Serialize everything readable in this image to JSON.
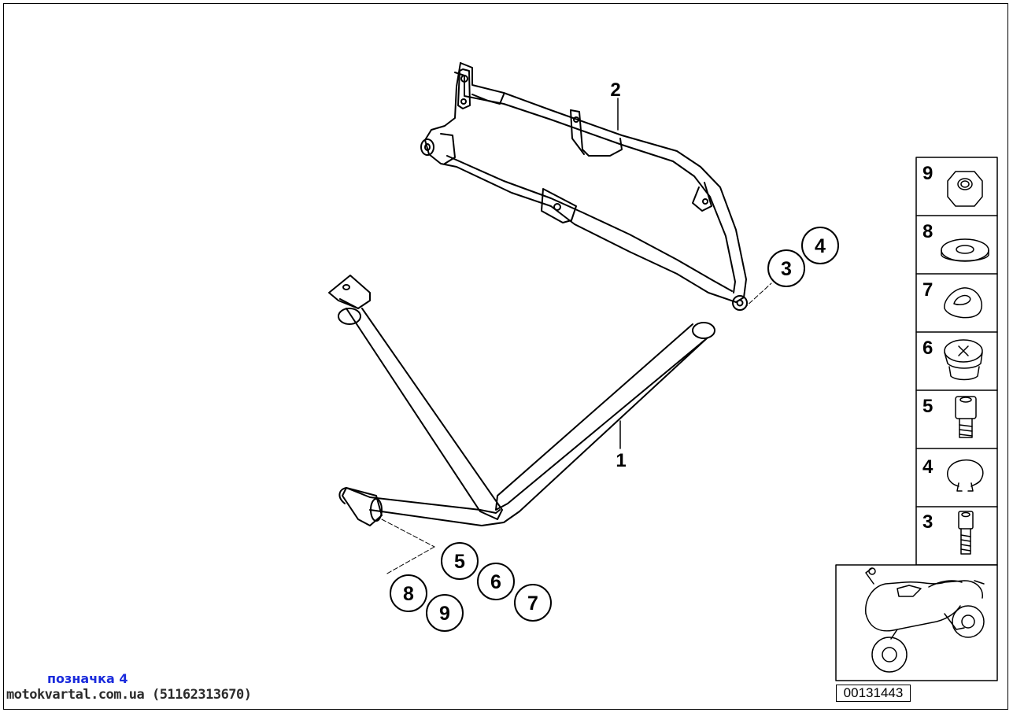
{
  "diagram": {
    "part_labels": {
      "part_1": "1",
      "part_2": "2"
    },
    "callouts": {
      "c3": "3",
      "c4": "4",
      "c5": "5",
      "c6": "6",
      "c7": "7",
      "c8": "8",
      "c9": "9"
    },
    "legend": [
      {
        "num": "9",
        "icon": "hex-nut-icon"
      },
      {
        "num": "8",
        "icon": "washer-icon"
      },
      {
        "num": "7",
        "icon": "rubber-grommet-icon"
      },
      {
        "num": "6",
        "icon": "plug-cap-icon"
      },
      {
        "num": "5",
        "icon": "hex-socket-screw-icon"
      },
      {
        "num": "4",
        "icon": "circlip-icon"
      },
      {
        "num": "3",
        "icon": "socket-bolt-icon"
      }
    ],
    "diagram_code": "00131443"
  },
  "footer": {
    "tag": "позначка 4",
    "watermark": "motokvartal.com.ua (51162313670)"
  }
}
